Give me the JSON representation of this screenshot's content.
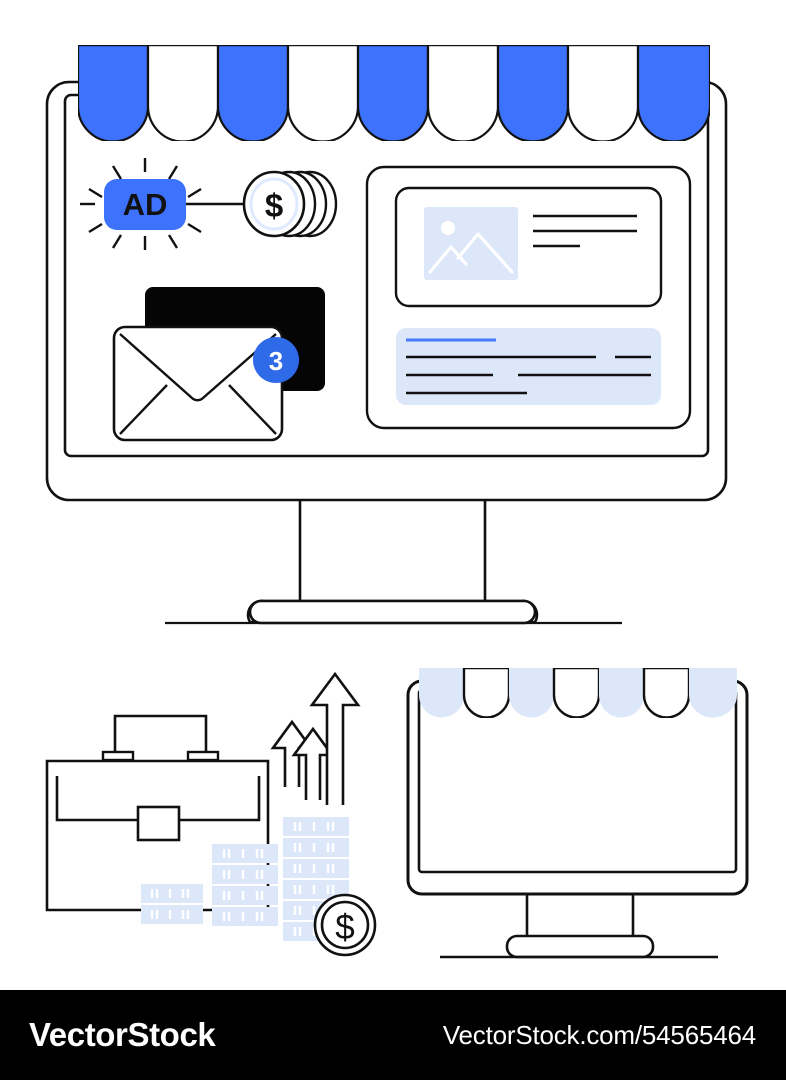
{
  "colors": {
    "brand_blue": "#3d72fc",
    "light_blue": "#dce7fa",
    "pale_blue_ring": "#e4ecfd",
    "ink": "#111111",
    "white": "#ffffff",
    "black_card": "#050505",
    "footer_bg": "#000000",
    "link_blue": "#4a7bfd"
  },
  "footer": {
    "brand": "VectorStock",
    "url": "VectorStock.com/54565464"
  },
  "top_monitor": {
    "name": "storefront-monitor",
    "awning": {
      "scallop_count": 9,
      "pattern": [
        "blue",
        "white",
        "blue",
        "white",
        "blue",
        "white",
        "blue",
        "white",
        "blue"
      ]
    },
    "ad_badge": {
      "label": "AD",
      "ray_count": 12
    },
    "coin_stack": {
      "symbol": "$",
      "coin_count": 4
    },
    "mail": {
      "badge_count": "3"
    },
    "content_card": {
      "image_placeholder": {
        "icon": "mountain-sun-icon"
      },
      "headline_lines": [
        100,
        100,
        45
      ],
      "highlight_block": {
        "link_line_width": 42,
        "text_rows": [
          [
            72,
            20
          ],
          [
            34,
            58
          ],
          [
            52
          ]
        ]
      }
    }
  },
  "bottom_left_scene": {
    "name": "briefcase-growth-scene",
    "briefcase": {
      "label": "briefcase-icon"
    },
    "arrows": {
      "count": 3,
      "heights": [
        95,
        125,
        158
      ]
    },
    "money_stacks": [
      {
        "bills": 2
      },
      {
        "bills": 4
      },
      {
        "bills": 6
      }
    ],
    "coin": {
      "symbol": "$"
    }
  },
  "bottom_right_monitor": {
    "name": "empty-storefront-monitor",
    "awning": {
      "scallop_count": 7,
      "color": "light_blue"
    },
    "screen": {
      "content": ""
    }
  }
}
